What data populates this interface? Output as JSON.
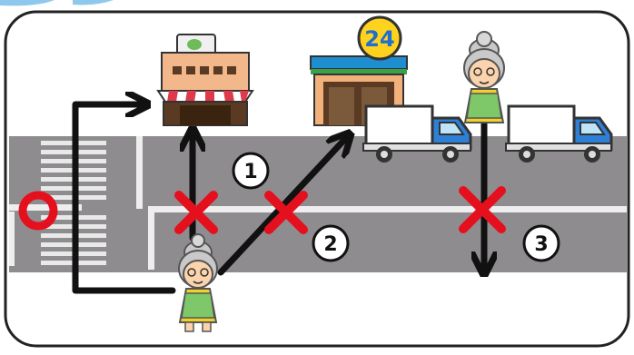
{
  "illustration": {
    "allowed_mark": "O",
    "wrong_mark": "X",
    "convenience_store_sign": "24",
    "route_labels": [
      "1",
      "2",
      "3"
    ]
  },
  "colors": {
    "frame_border": "#222222",
    "road": "#8f8c90",
    "crosswalk": "#e9e9e9",
    "ok_mark": "#e5101e",
    "ng_mark": "#e5101e",
    "arrow": "#111111",
    "shop_wall": "#f2b88c",
    "store_blue": "#1e8ed0",
    "store_green": "#3aa14a",
    "truck_cab": "#2e7fd6"
  },
  "icons": [
    "shop-icon",
    "convenience-store-icon",
    "truck-icon",
    "grandmother-icon",
    "ok-circle-icon",
    "ng-cross-icon",
    "arrow-icon"
  ]
}
